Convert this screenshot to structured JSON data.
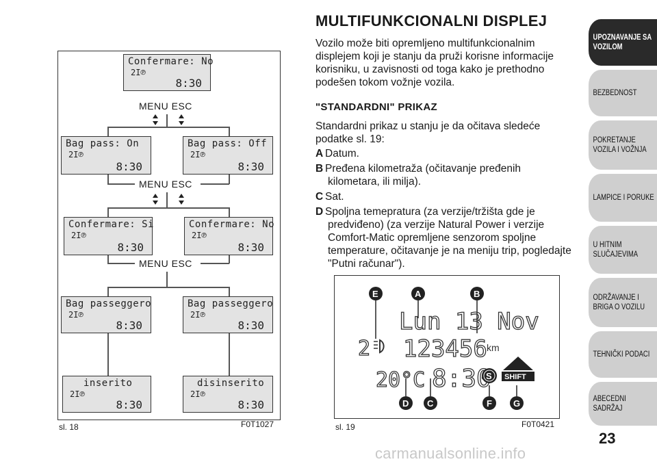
{
  "heading": "MULTIFUNKCIONALNI DISPLEJ",
  "intro": "Vozilo može biti opremljeno multifunkcionalnim displejem koji je stanju da pruži korisne informacije korisniku, u zavisnosti od toga kako je prethodno podešen tokom vožnje vozila.",
  "subheading": "\"STANDARDNI\" PRIKAZ",
  "standard_intro": "Standardni prikaz u stanju je da očitava sledeće podatke sl. 19:",
  "items": [
    {
      "letter": "A",
      "text": "Datum."
    },
    {
      "letter": "B",
      "text": "Pređena kilometraža (očitavanje pređenih kilometara, ili milja)."
    },
    {
      "letter": "C",
      "text": "Sat."
    },
    {
      "letter": "D",
      "text": "Spoljna temepratura (za verzije/tržišta gde je predviđeno) (za verzije Natural Power i verzije Comfort-Matic opremljene senzorom spoljne temperature, očitavanje je na meniju trip, pogledajte \"Putni računar\")."
    }
  ],
  "fig18": {
    "label": "sl. 18",
    "code": "F0T1027",
    "menu_esc": "MENU  ESC",
    "screens": {
      "top": {
        "line1": "Confermare: No",
        "line2": "2І℗",
        "time": "8:30"
      },
      "bag_on": {
        "line1": "Bag pass: On",
        "line2": "2І℗",
        "time": "8:30"
      },
      "bag_off": {
        "line1": "Bag pass: Off",
        "line2": "2І℗",
        "time": "8:30"
      },
      "conf_si": {
        "line1": "Confermare: Si",
        "line2": "2І℗",
        "time": "8:30"
      },
      "conf_no": {
        "line1": "Confermare: No",
        "line2": "2І℗",
        "time": "8:30"
      },
      "bag_l": {
        "line1": "Bag passeggero",
        "line2": "2І℗",
        "time": "8:30"
      },
      "bag_r": {
        "line1": "Bag passeggero",
        "line2": "2І℗",
        "time": "8:30"
      },
      "ins": {
        "line1": "inserito",
        "line2": "2І℗",
        "time": "8:30"
      },
      "dis": {
        "line1": "disinserito",
        "line2": "2І℗",
        "time": "8:30"
      }
    }
  },
  "fig19": {
    "label": "sl. 19",
    "code": "F0T0421",
    "date": "Lun 13 Nov",
    "odometer": "123456",
    "unit": "km",
    "temp": "20°C",
    "time": "8:30",
    "gear": "2",
    "shift": "SHIFT",
    "s_symbol": "S",
    "callouts": [
      "E",
      "A",
      "B",
      "D",
      "C",
      "F",
      "G"
    ]
  },
  "sidebar": [
    {
      "label": "UPOZNAVANJE SA VOZILOM",
      "active": true
    },
    {
      "label": "BEZBEDNOST",
      "active": false
    },
    {
      "label": "POKRETANJE VOZILA I VOŽNJA",
      "active": false
    },
    {
      "label": "LAMPICE I PORUKE",
      "active": false
    },
    {
      "label": "U HITNIM SLUČAJEVIMA",
      "active": false
    },
    {
      "label": "ODRŽAVANJE I BRIGA O VOZILU",
      "active": false
    },
    {
      "label": "TEHNIČKI PODACI",
      "active": false
    },
    {
      "label": "ABECEDNI SADRŽAJ",
      "active": false
    }
  ],
  "page_number": "23",
  "watermark": "carmanualsonline.info",
  "colors": {
    "tab_active": "#2a2a2a",
    "tab": "#cfcfcf",
    "lcd": "#e3e3e3"
  }
}
